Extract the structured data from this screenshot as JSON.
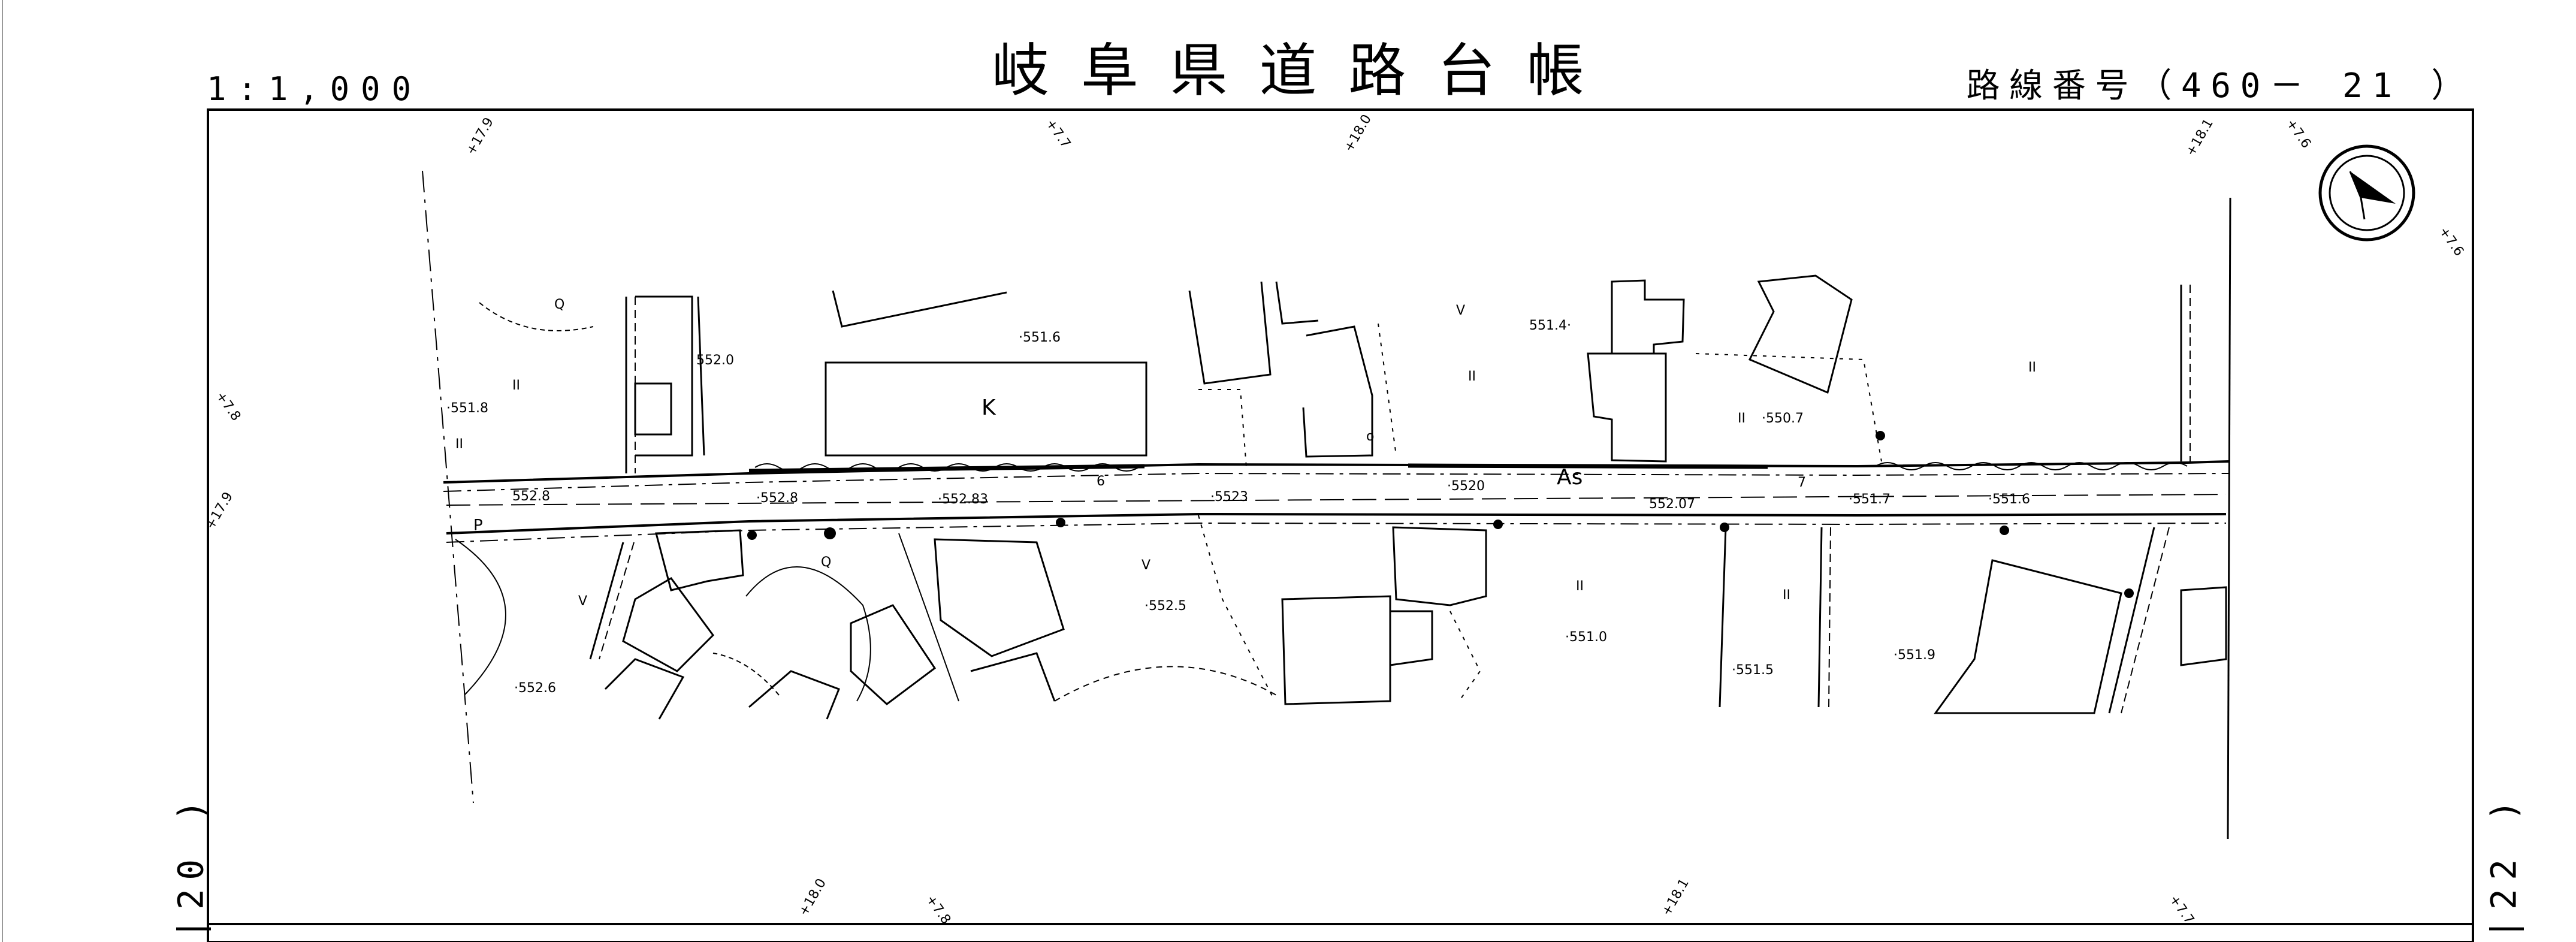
{
  "header": {
    "title": "岐阜県道路台帳",
    "scale": "1:1,000",
    "route": "路線番号（460－ 21 ）"
  },
  "side_labels": {
    "left": "|20 )",
    "right": "|22 )"
  },
  "map": {
    "road_labels": [
      "P",
      "As",
      "K",
      "6",
      "7"
    ],
    "elevations": [
      "551.6",
      "552.0",
      "551.8",
      "552.8",
      "552.8",
      "552.83",
      "5523",
      "5520",
      "552.07",
      "551.4",
      "550.7",
      "551.7",
      "551.6",
      "552.5",
      "551.0",
      "551.5",
      "551.9",
      "552.6"
    ],
    "margin_marks": [
      "+17.9",
      "+7.7",
      "+18.0",
      "+18.1",
      "+7.6",
      "+7.6",
      "+7.8",
      "+17.9",
      "+18.0",
      "+7.8",
      "+18.1",
      "+7.7"
    ],
    "symbols": [
      "II",
      "II",
      "II",
      "II",
      "II",
      "II",
      "II",
      "Q",
      "Q",
      "V",
      "V",
      "V",
      "o"
    ]
  },
  "colors": {
    "ink": "#000000",
    "background": "#ffffff"
  }
}
